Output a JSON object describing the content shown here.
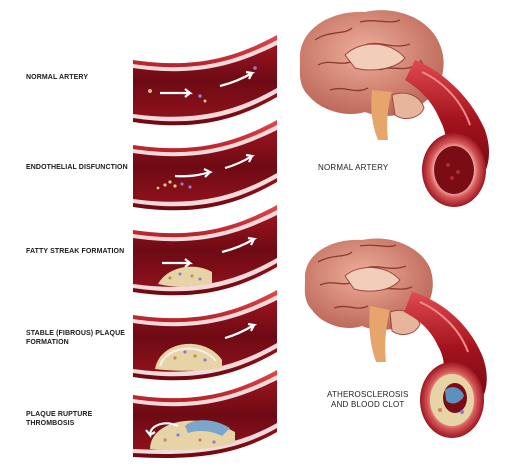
{
  "stages": [
    {
      "label": "NORMAL ARTERY"
    },
    {
      "label": "ENDOTHELIAL DISFUNCTION"
    },
    {
      "label": "FATTY STREAK FORMATION"
    },
    {
      "label": "STABLE (FIBROUS) PLAQUE FORMATION"
    },
    {
      "label": "PLAQUE RUPTURE THROMBOSIS"
    }
  ],
  "panels": {
    "normal": {
      "label": "NORMAL ARTERY"
    },
    "disease": {
      "line1": "ATHEROSCLEROSIS",
      "line2": "AND BLOOD CLOT"
    }
  },
  "colors": {
    "wall_outer": "#b81a24",
    "lumen": "#7e0c16",
    "intima": "#f3dada",
    "plaque": "#e7d4a6",
    "brain": "#d88a78",
    "brainstem": "#e6a56a"
  }
}
